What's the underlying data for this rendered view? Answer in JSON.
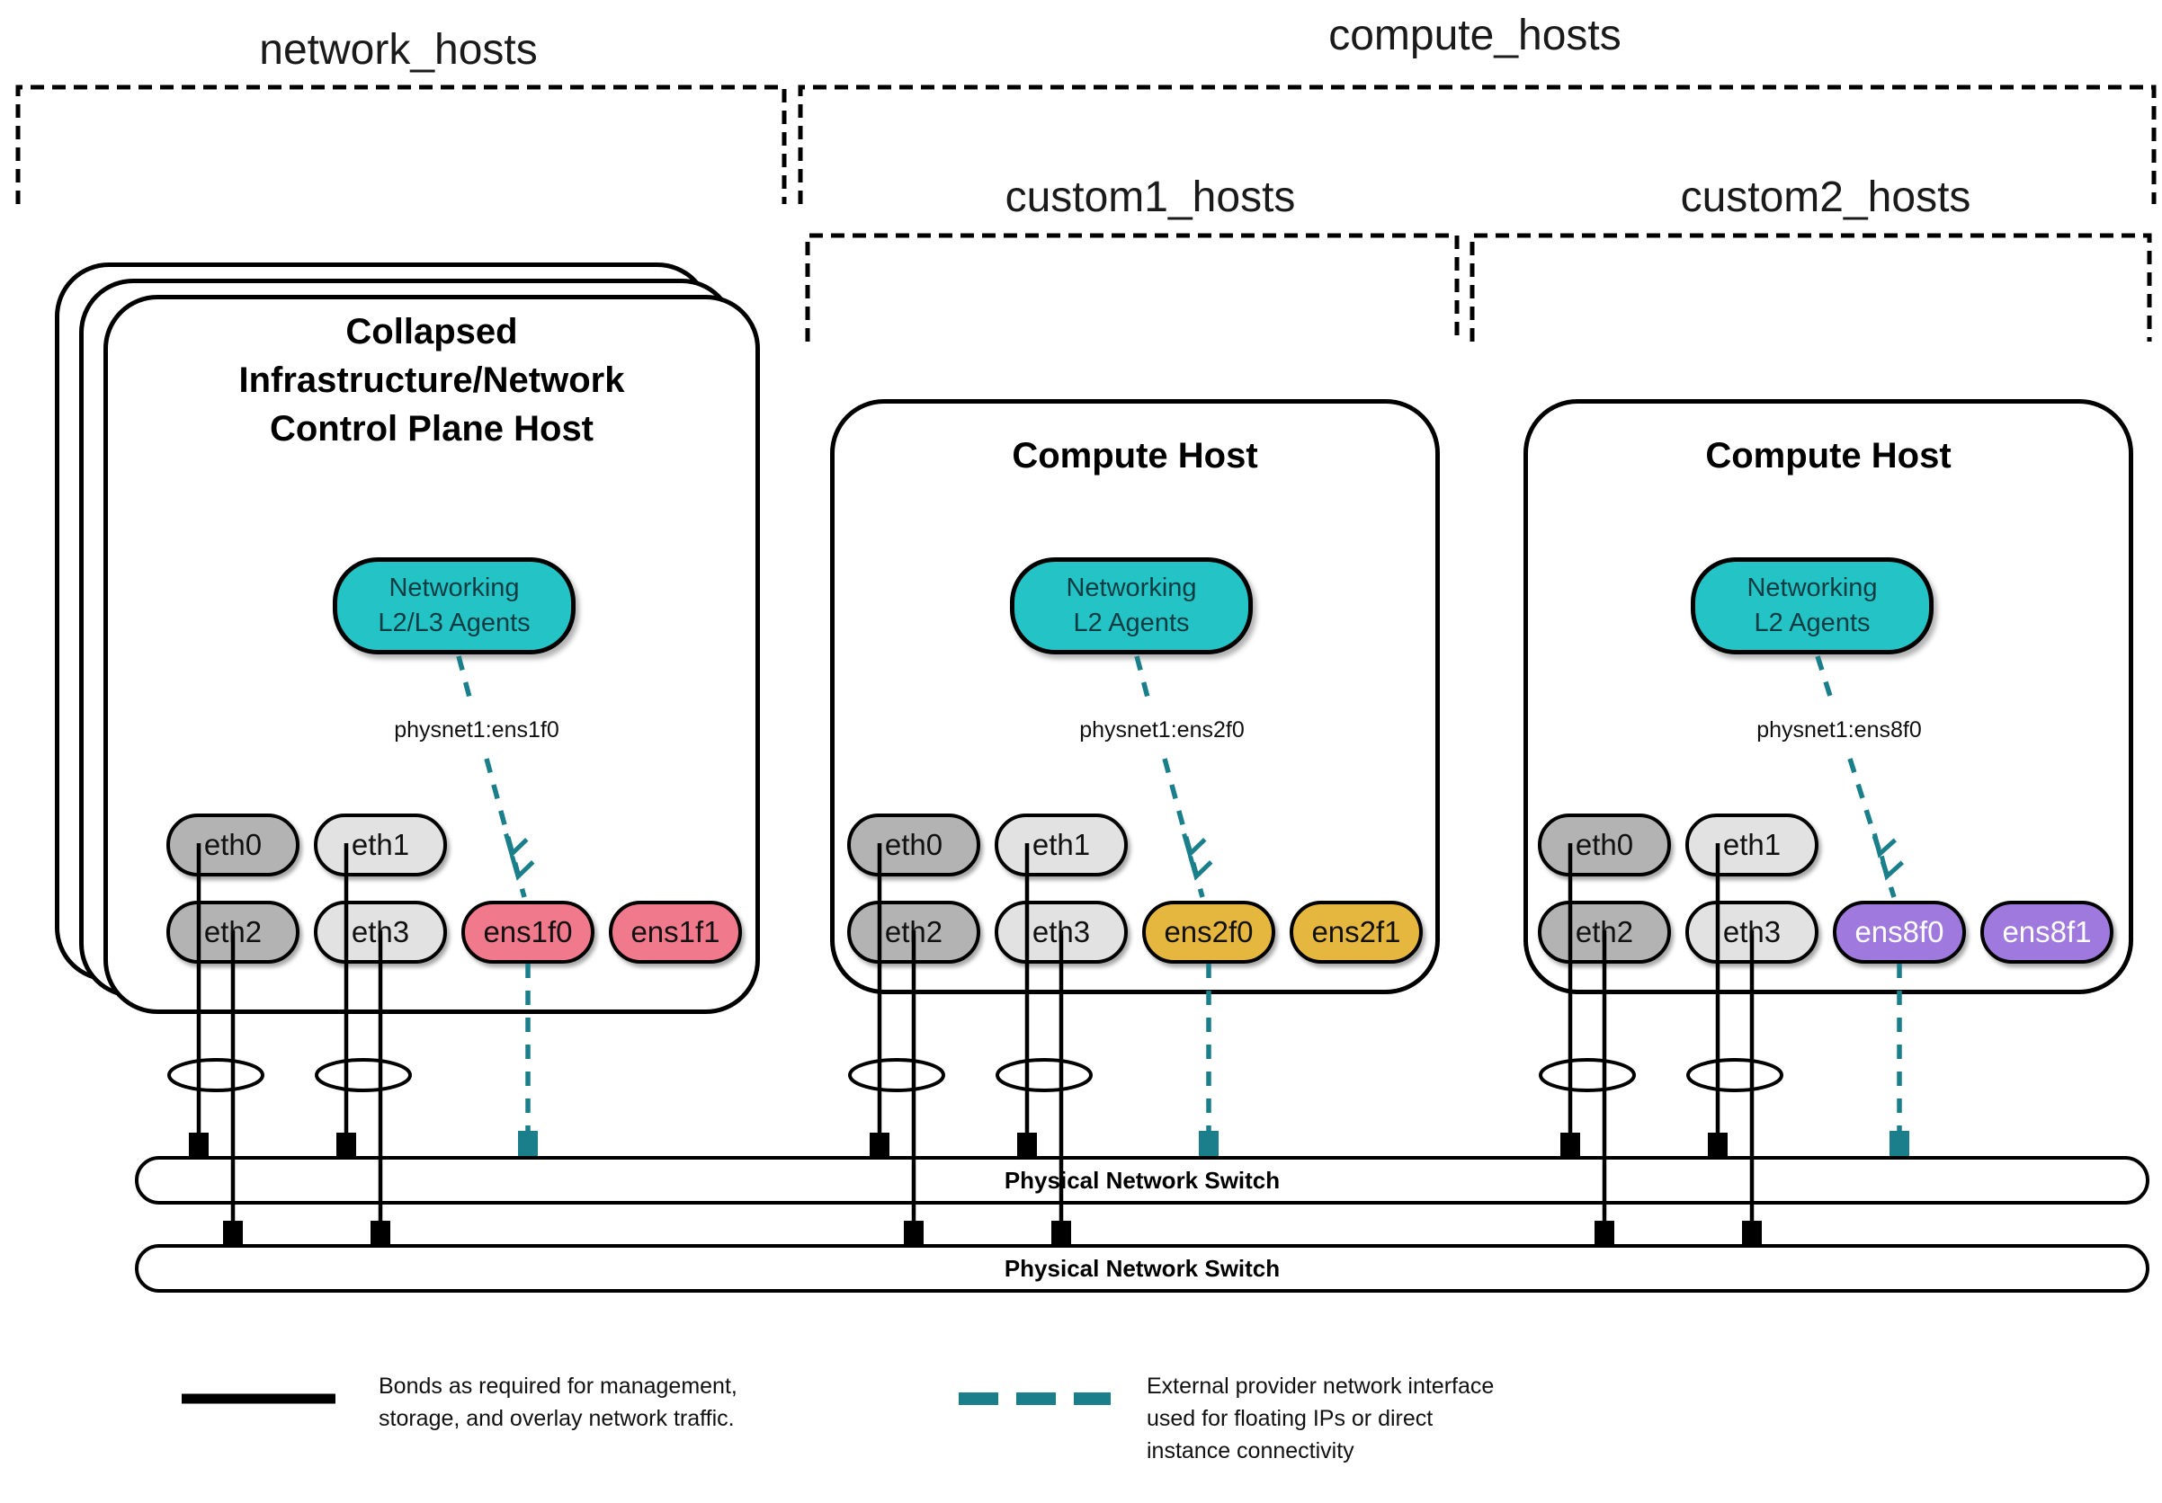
{
  "groups": {
    "network_hosts": "network_hosts",
    "compute_hosts": "compute_hosts",
    "custom1_hosts": "custom1_hosts",
    "custom2_hosts": "custom2_hosts"
  },
  "hosts": [
    {
      "title_lines": [
        "Collapsed",
        "Infrastructure/Network",
        "Control Plane Host"
      ],
      "agents_lines": [
        "Networking",
        "L2/L3 Agents"
      ],
      "physnet": "physnet1:ens1f0",
      "interfaces": [
        "eth0",
        "eth1",
        "eth2",
        "eth3",
        "ens1f0",
        "ens1f1"
      ]
    },
    {
      "title_lines": [
        "Compute Host"
      ],
      "agents_lines": [
        "Networking",
        "L2 Agents"
      ],
      "physnet": "physnet1:ens2f0",
      "interfaces": [
        "eth0",
        "eth1",
        "eth2",
        "eth3",
        "ens2f0",
        "ens2f1"
      ]
    },
    {
      "title_lines": [
        "Compute Host"
      ],
      "agents_lines": [
        "Networking",
        "L2 Agents"
      ],
      "physnet": "physnet1:ens8f0",
      "interfaces": [
        "eth0",
        "eth1",
        "eth2",
        "eth3",
        "ens8f0",
        "ens8f1"
      ]
    }
  ],
  "switches": [
    {
      "label": "Physical Network Switch"
    },
    {
      "label": "Physical Network Switch"
    }
  ],
  "legend": {
    "bond_lines": [
      "Bonds as required for management,",
      "storage, and overlay network traffic."
    ],
    "external_lines": [
      "External provider network interface",
      "used for floating IPs or direct",
      "instance connectivity"
    ]
  },
  "palette": {
    "black": "#000000",
    "gray_dark": "#b3b3b3",
    "gray_light": "#e2e2e2",
    "pink": "#f0798b",
    "gold": "#e6b73f",
    "purple": "#9f79de",
    "teal": "#23c3c6",
    "teal_dark": "#1a7f8a"
  }
}
